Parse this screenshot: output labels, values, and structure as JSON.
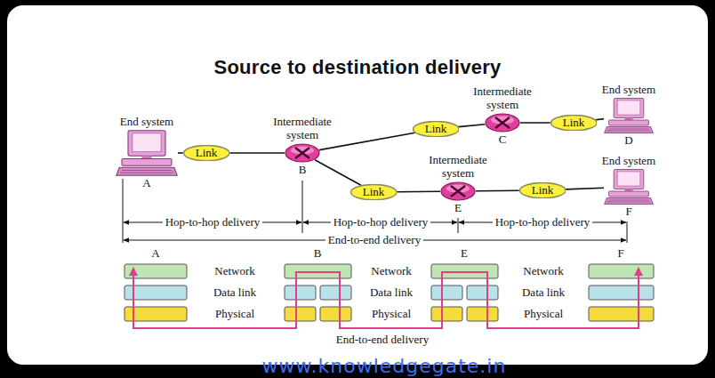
{
  "diagram": {
    "title": "Source to destination delivery",
    "nodes": [
      {
        "text": [
          "End system",
          "A"
        ]
      },
      {
        "text": [
          "Link"
        ]
      },
      {
        "text": [
          "Intermediate system",
          "B"
        ]
      },
      {
        "text": [
          "Link"
        ]
      },
      {
        "text": [
          "Intermediate system",
          "C"
        ]
      },
      {
        "text": [
          "Link"
        ]
      },
      {
        "text": [
          "End system",
          "D"
        ]
      },
      {
        "text": [
          "Link"
        ]
      },
      {
        "text": [
          "Intermediate system",
          "E"
        ]
      },
      {
        "text": [
          "Link"
        ]
      },
      {
        "text": [
          "End system",
          "F"
        ]
      }
    ],
    "edges": [
      {
        "from": 0,
        "to": 1,
        "arrow": "none"
      },
      {
        "from": 1,
        "to": 2,
        "arrow": "none"
      },
      {
        "from": 2,
        "to": 3,
        "arrow": "none"
      },
      {
        "from": 3,
        "to": 4,
        "arrow": "none"
      },
      {
        "from": 4,
        "to": 5,
        "arrow": "none"
      },
      {
        "from": 5,
        "to": 6,
        "arrow": "none"
      },
      {
        "from": 2,
        "to": 7,
        "arrow": "none"
      },
      {
        "from": 7,
        "to": 8,
        "arrow": "none"
      },
      {
        "from": 8,
        "to": 9,
        "arrow": "none"
      },
      {
        "from": 9,
        "to": 10,
        "arrow": "none"
      }
    ],
    "labels": [
      "Hop-to-hop delivery",
      "Hop-to-hop delivery",
      "Hop-to-hop delivery",
      "End-to-end delivery",
      "A",
      "B",
      "E",
      "F",
      "Network",
      "Data link",
      "Physical",
      "Network",
      "Data link",
      "Physical",
      "Network",
      "Data link",
      "Physical",
      "End-to-end delivery",
      "www.knowledgegate.in"
    ]
  }
}
